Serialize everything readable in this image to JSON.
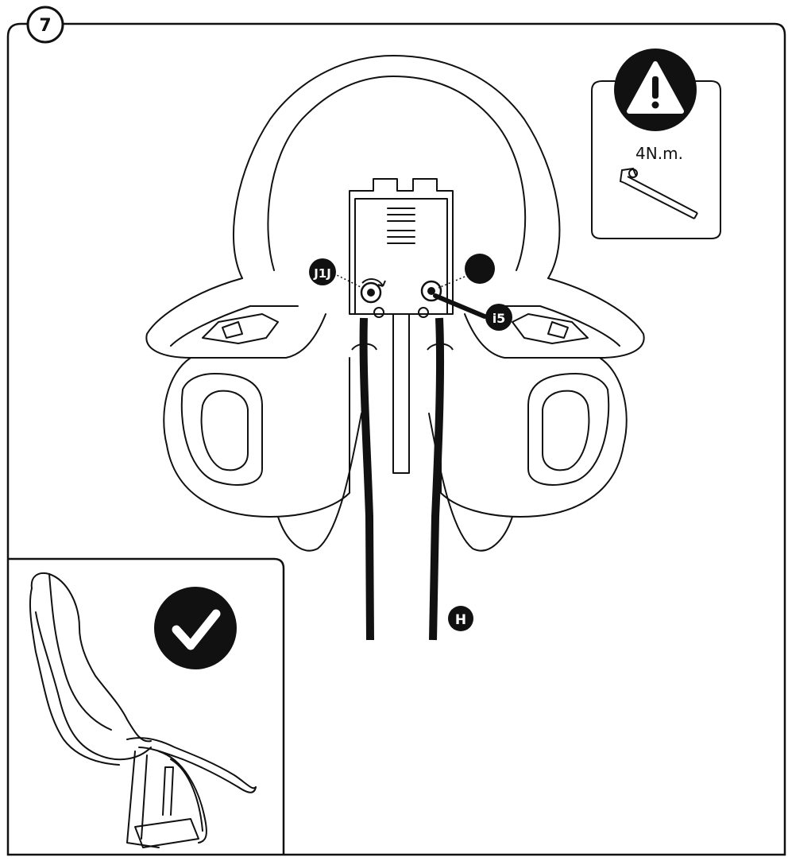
{
  "step": {
    "number": "7"
  },
  "warning": {
    "icon": "warning-triangle-icon",
    "torque": "4N.m.",
    "tool": "hex-key-icon"
  },
  "callouts": {
    "left_screw": "J1J",
    "right_bolt": "i5",
    "strap": "H"
  },
  "inset": {
    "icon": "checkmark-icon"
  },
  "colors": {
    "ink": "#111111",
    "paper": "#ffffff"
  }
}
